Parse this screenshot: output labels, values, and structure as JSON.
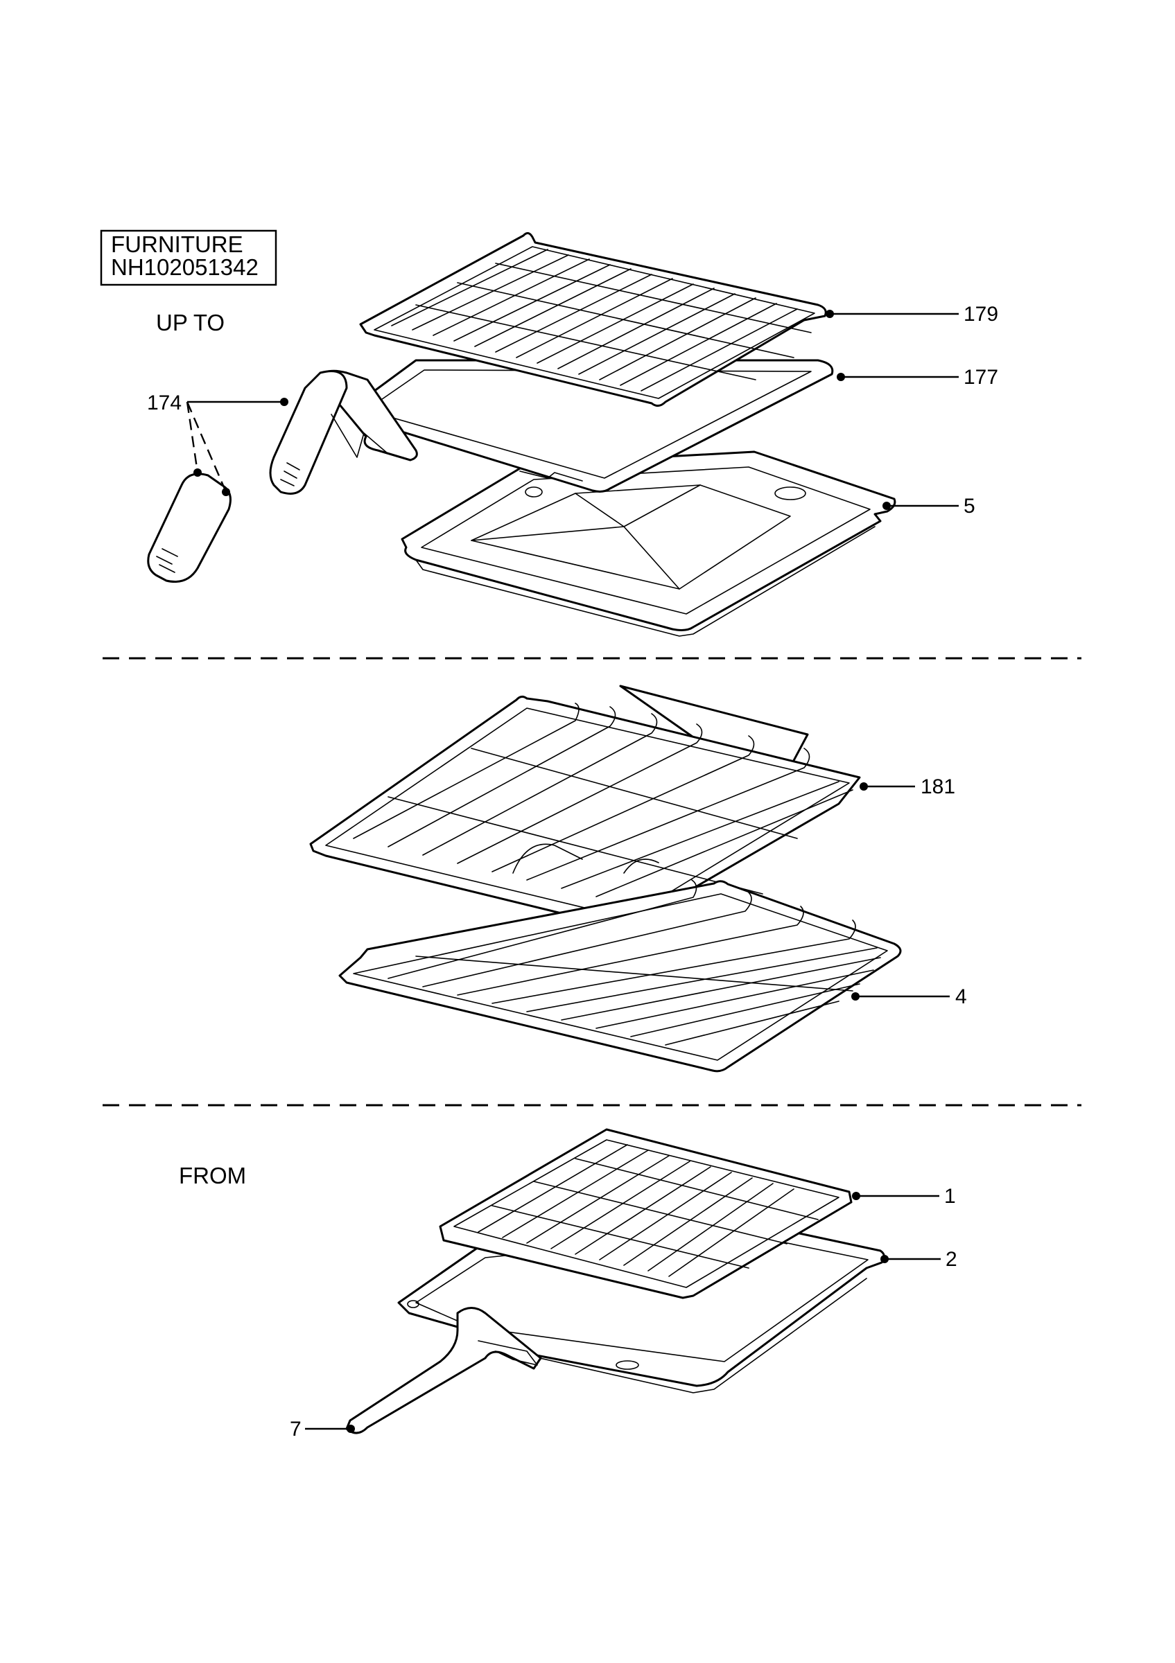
{
  "title_box": {
    "line1": "FURNITURE",
    "line2": "NH102051342"
  },
  "sections": {
    "up_to": "UP TO",
    "from": "FROM"
  },
  "callouts": [
    {
      "id": "179",
      "label": "179"
    },
    {
      "id": "177",
      "label": "177"
    },
    {
      "id": "174",
      "label": "174"
    },
    {
      "id": "5",
      "label": "5"
    },
    {
      "id": "181",
      "label": "181"
    },
    {
      "id": "4",
      "label": "4"
    },
    {
      "id": "1",
      "label": "1"
    },
    {
      "id": "2",
      "label": "2"
    },
    {
      "id": "7",
      "label": "7"
    }
  ]
}
